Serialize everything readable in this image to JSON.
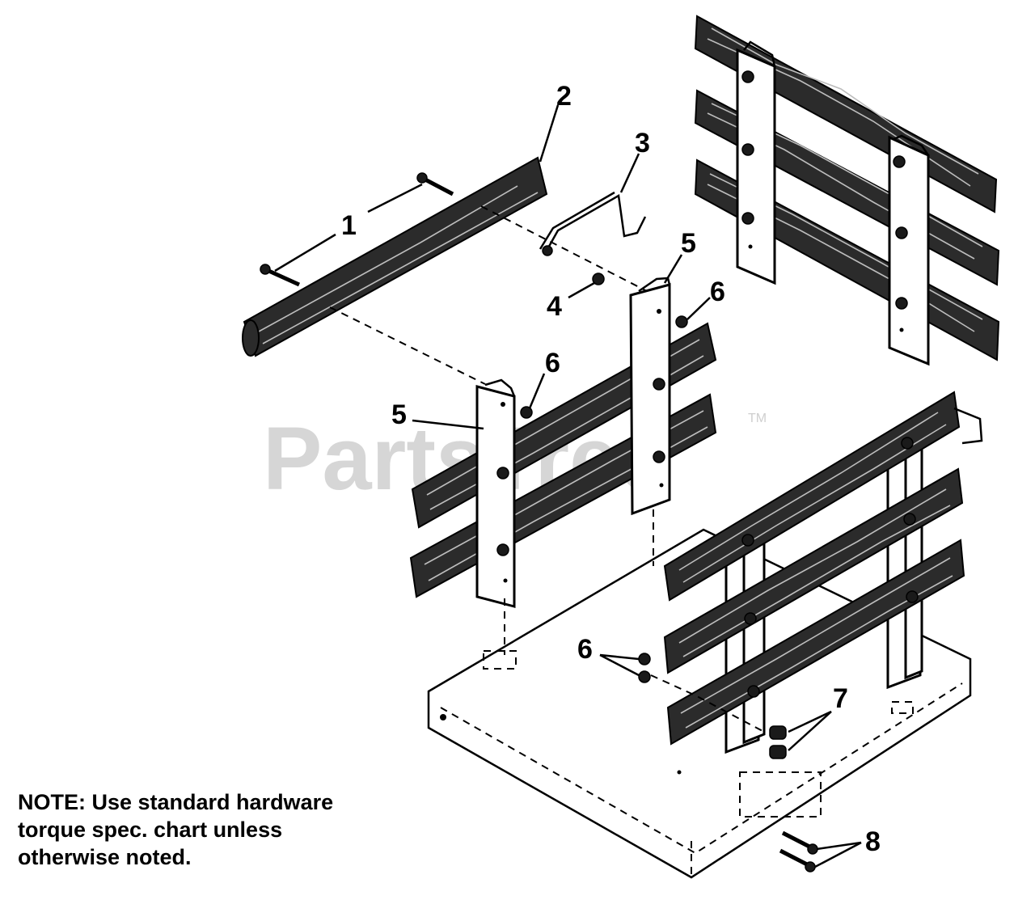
{
  "watermark": {
    "text": "PartsTree",
    "trademark": "TM"
  },
  "callouts": {
    "c1": "1",
    "c2": "2",
    "c3": "3",
    "c4": "4",
    "c5a": "5",
    "c5b": "5",
    "c6a": "6",
    "c6b": "6",
    "c6c": "6",
    "c7": "7",
    "c8": "8"
  },
  "note": {
    "line1": "NOTE: Use standard hardware",
    "line2": "torque spec. chart unless",
    "line3": "otherwise noted."
  }
}
